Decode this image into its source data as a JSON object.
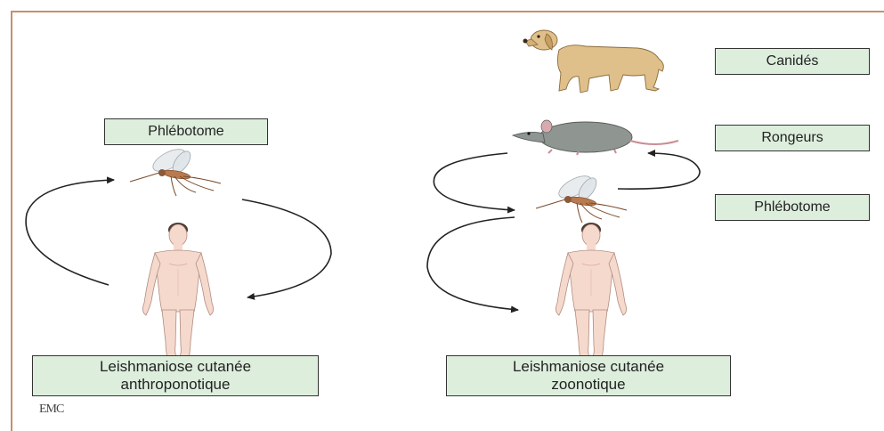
{
  "colors": {
    "frame_border": "#c8906a",
    "label_fill": "#ddeedd",
    "label_border": "#333333",
    "arrow": "#222222",
    "skin": "#f6d9cd",
    "dog": "#e0c08a",
    "rat": "#8f9691"
  },
  "icons": [
    "dog-icon",
    "rat-icon",
    "sandfly-icon",
    "human-figure-icon"
  ],
  "left_panel": {
    "vector_label": "Phlébotome",
    "disease_label": "Leishmaniose cutanée\nanthroponotique"
  },
  "right_panel": {
    "canid_label": "Canidés",
    "rodent_label": "Rongeurs",
    "vector_label": "Phlébotome",
    "disease_label": "Leishmaniose cutanée\nzoonotique"
  },
  "publisher_logo": "EMC"
}
